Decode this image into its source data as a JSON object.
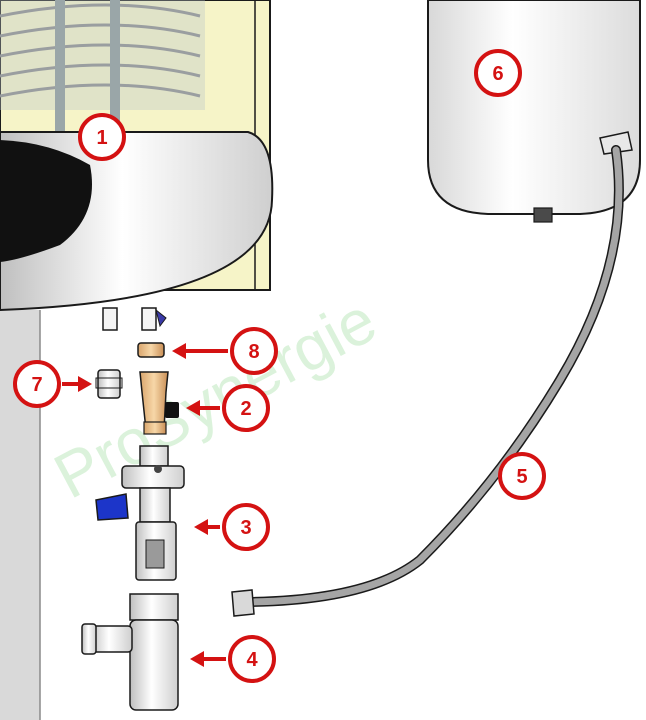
{
  "watermark": "ProSynergie",
  "callouts": [
    {
      "id": "callout-1",
      "number": "1"
    },
    {
      "id": "callout-2",
      "number": "2"
    },
    {
      "id": "callout-3",
      "number": "3"
    },
    {
      "id": "callout-4",
      "number": "4"
    },
    {
      "id": "callout-5",
      "number": "5"
    },
    {
      "id": "callout-6",
      "number": "6"
    },
    {
      "id": "callout-7",
      "number": "7"
    },
    {
      "id": "callout-8",
      "number": "8"
    }
  ],
  "colors": {
    "callout_red": "#d41212",
    "tank_cream": "#f6f4c8",
    "outline": "#1a1a1a",
    "brass": "#e9c08a",
    "valve_blue": "#1c35c9",
    "watermark": "#cfeecf"
  }
}
